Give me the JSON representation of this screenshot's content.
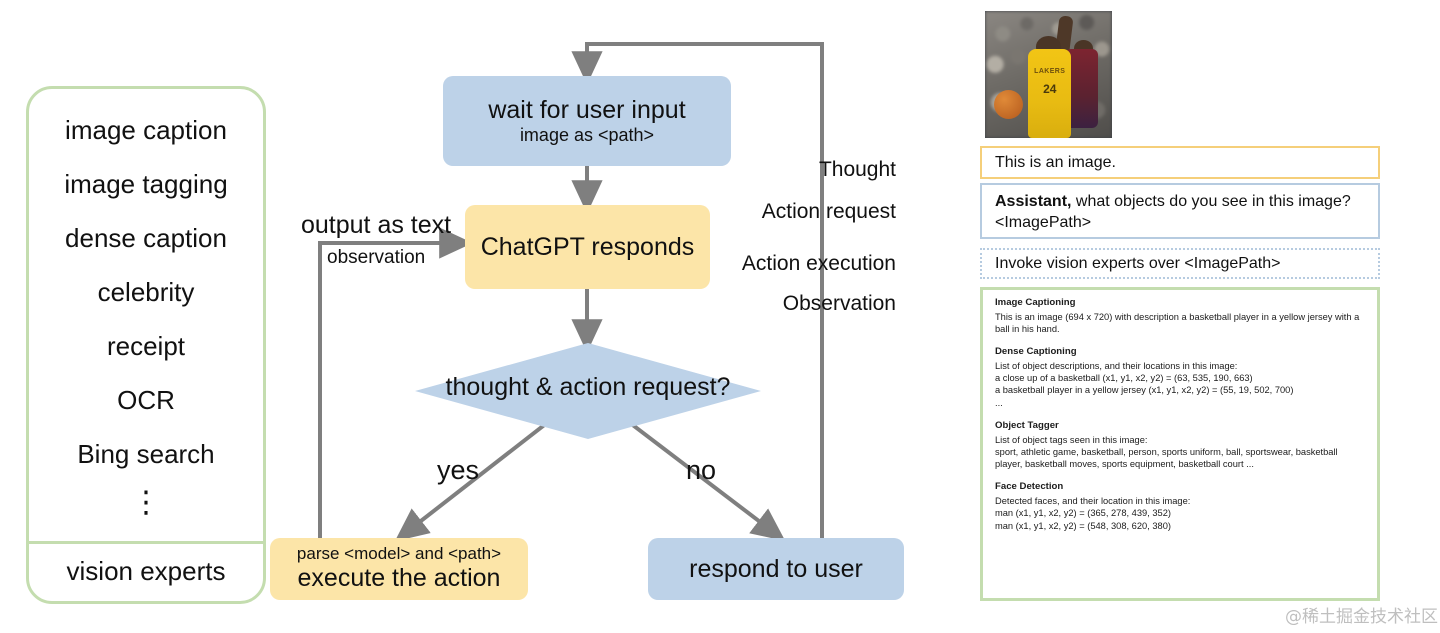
{
  "vision_panel": {
    "items": [
      {
        "label": "image caption"
      },
      {
        "label": "image tagging"
      },
      {
        "label": "dense caption"
      },
      {
        "label": "celebrity"
      },
      {
        "label": "receipt"
      },
      {
        "label": "OCR"
      },
      {
        "label": "Bing search"
      },
      {
        "label": "⋮"
      }
    ],
    "footer_label": "vision experts",
    "border_color": "#c4ddaf"
  },
  "flow": {
    "nodes": {
      "wait": {
        "title": "wait for user input",
        "subtitle": "image as <path>",
        "color": "#bdd2e8"
      },
      "chatgpt": {
        "title": "ChatGPT responds",
        "color": "#fce5a8"
      },
      "decision": {
        "label": "thought & action request?",
        "color": "#bdd2e8"
      },
      "parse": {
        "top_line": "parse <model> and <path>",
        "bottom_line": "execute the action",
        "color": "#fce5a8"
      },
      "respond": {
        "title": "respond to user",
        "color": "#bdd2e8"
      }
    },
    "edges": {
      "output_as_text": "output as text",
      "observation": "observation",
      "yes": "yes",
      "no": "no"
    },
    "line_color": "#7f7f7f"
  },
  "right_panel": {
    "photo": {
      "alt": "basketball player in a yellow jersey",
      "jersey_number": "24",
      "team_text": "LAKERS"
    },
    "labels": {
      "thought": "Thought",
      "action_request": "Action request",
      "action_execution": "Action execution",
      "observation": "Observation"
    },
    "thought_text": "This is an image.",
    "action_request": {
      "prefix": "Assistant,",
      "rest": " what objects do you see in this image? <ImagePath>"
    },
    "action_execution_text": "Invoke vision experts over <ImagePath>",
    "observation": {
      "sections": [
        {
          "title": "Image Captioning",
          "lines": [
            "This is an image (694 x 720) with description a basketball player in a yellow jersey with a ball in his hand."
          ]
        },
        {
          "title": "Dense Captioning",
          "lines": [
            "List of object descriptions, and their locations in this image:",
            "a close up of a basketball (x1, y1, x2, y2)  = (63, 535, 190, 663)",
            "a basketball player in a yellow jersey (x1, y1, x2, y2)  = (55, 19, 502, 700)",
            "..."
          ]
        },
        {
          "title": "Object Tagger",
          "lines": [
            "List of object tags seen in this image:",
            "sport, athletic game, basketball, person, sports uniform, ball, sportswear, basketball player, basketball moves, sports equipment, basketball court ..."
          ]
        },
        {
          "title": "Face Detection",
          "lines": [
            "Detected faces, and their location in this image:",
            "man (x1, y1, x2, y2)  = (365, 278, 439, 352)",
            "man (x1, y1, x2, y2)  = (548, 308, 620, 380)"
          ]
        }
      ]
    },
    "colors": {
      "thought_border": "#f5cf7a",
      "action_border": "#b6cbe0",
      "observation_border": "#c4ddaf"
    }
  },
  "watermark": "@稀土掘金技术社区"
}
